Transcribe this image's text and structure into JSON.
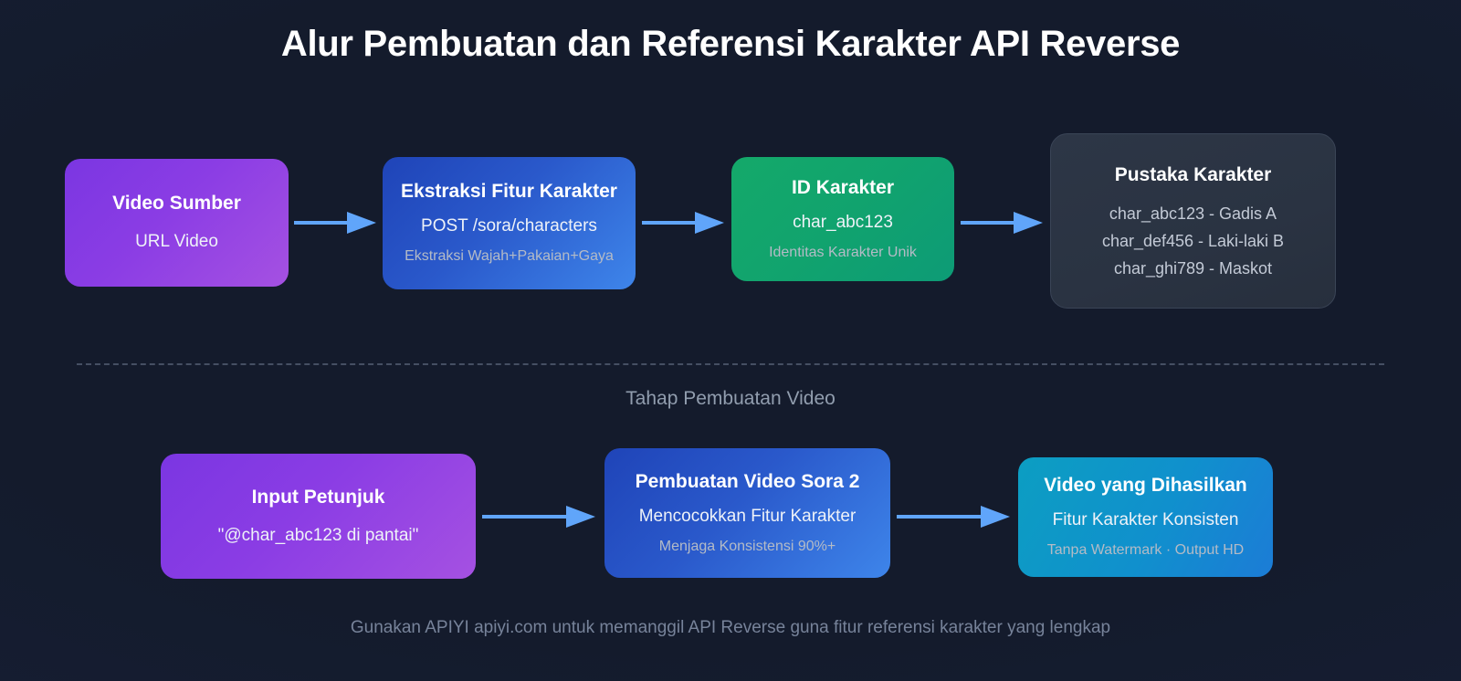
{
  "page": {
    "title": "Alur Pembuatan dan Referensi Karakter API Reverse",
    "section_label": "Tahap Pembuatan Video",
    "footer_note": "Gunakan APIYI apiyi.com untuk memanggil API Reverse guna fitur referensi karakter yang lengkap"
  },
  "colors": {
    "background": "#131a2b",
    "title_text": "#ffffff",
    "arrow": "#60a5fa",
    "divider": "#454f63",
    "purple": "#8b3de4",
    "blue": "#2a59cb",
    "green": "#11a36e",
    "teal": "#1090cd",
    "card": "#2a3342",
    "muted_text": "#b4bbc6",
    "footer_text": "#77839a"
  },
  "row1": {
    "nodes": [
      {
        "id": "video-sumber",
        "title": "Video Sumber",
        "sub": "URL Video",
        "note": "",
        "color": "purple"
      },
      {
        "id": "ekstraksi-fitur-karakter",
        "title": "Ekstraksi Fitur Karakter",
        "sub": "POST /sora/characters",
        "note": "Ekstraksi Wajah+Pakaian+Gaya",
        "color": "blue"
      },
      {
        "id": "id-karakter",
        "title": "ID Karakter",
        "sub": "char_abc123",
        "note": "Identitas Karakter Unik",
        "color": "green"
      }
    ],
    "library": {
      "id": "pustaka-karakter",
      "title": "Pustaka Karakter",
      "items": [
        "char_abc123 - Gadis A",
        "char_def456 - Laki-laki B",
        "char_ghi789 - Maskot"
      ]
    }
  },
  "row2": {
    "nodes": [
      {
        "id": "input-petunjuk",
        "title": "Input Petunjuk",
        "sub": "\"@char_abc123 di pantai\"",
        "note": "",
        "color": "purple"
      },
      {
        "id": "pembuatan-video-sora-2",
        "title": "Pembuatan Video Sora 2",
        "sub": "Mencocokkan Fitur Karakter",
        "note": "Menjaga Konsistensi 90%+",
        "color": "blue"
      },
      {
        "id": "video-yang-dihasilkan",
        "title": "Video yang Dihasilkan",
        "sub": "Fitur Karakter Konsisten",
        "note": "Tanpa Watermark · Output HD",
        "color": "teal"
      }
    ]
  },
  "arrows": [
    {
      "id": "arrow-1",
      "from": "video-sumber",
      "to": "ekstraksi-fitur-karakter"
    },
    {
      "id": "arrow-2",
      "from": "ekstraksi-fitur-karakter",
      "to": "id-karakter"
    },
    {
      "id": "arrow-3",
      "from": "id-karakter",
      "to": "pustaka-karakter"
    },
    {
      "id": "arrow-4",
      "from": "input-petunjuk",
      "to": "pembuatan-video-sora-2"
    },
    {
      "id": "arrow-5",
      "from": "pembuatan-video-sora-2",
      "to": "video-yang-dihasilkan"
    }
  ]
}
